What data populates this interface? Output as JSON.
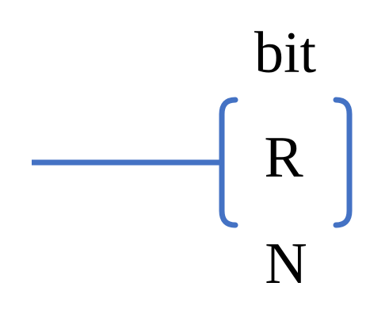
{
  "colors": {
    "connector": "#4472C4",
    "text": "#000000",
    "background": "#ffffff"
  },
  "component": {
    "top_label": "bit",
    "center_label": "R",
    "bottom_label": "N"
  }
}
